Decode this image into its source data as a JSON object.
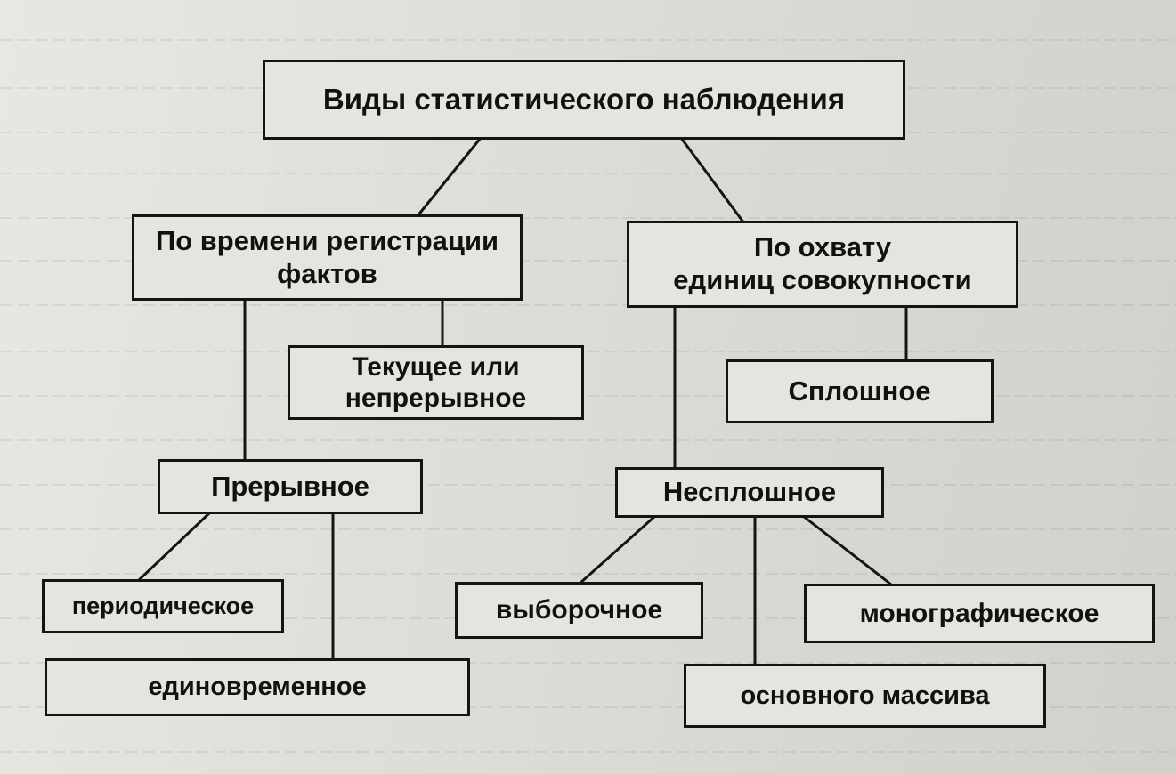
{
  "diagram": {
    "root": "Виды статистического наблюдения",
    "by_time": "По времени регистрации\nфактов",
    "by_coverage": "По охвату\nединиц совокупности",
    "current": "Текущее или\nнепрерывное",
    "discontinuous": "Прерывное",
    "periodic": "периодическое",
    "one_time": "единовременное",
    "continuous": "Сплошное",
    "noncontinuous": "Несплошное",
    "sample": "выборочное",
    "monographic": "монографическое",
    "main_array": "основного массива"
  },
  "colors": {
    "ink": "#141414",
    "paper": "#e6e4df"
  }
}
